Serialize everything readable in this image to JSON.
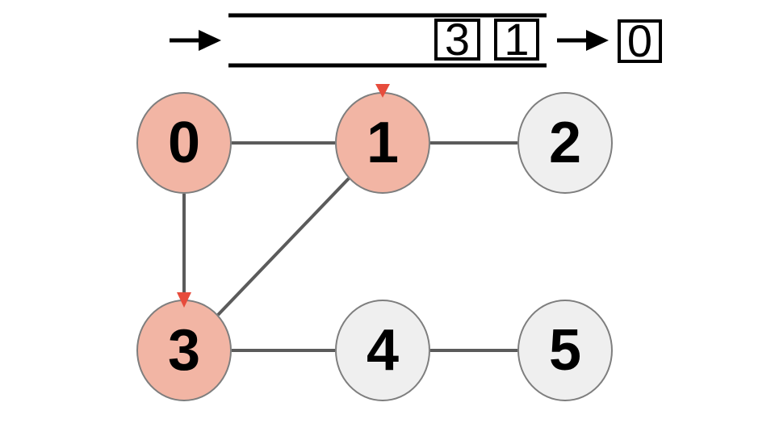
{
  "queue": {
    "items": [
      "3",
      "1"
    ],
    "dequeued": "0"
  },
  "graph": {
    "nodes": [
      {
        "label": "0",
        "state": "highlighted",
        "marked": false
      },
      {
        "label": "1",
        "state": "highlighted",
        "marked": true
      },
      {
        "label": "2",
        "state": "default",
        "marked": false
      },
      {
        "label": "3",
        "state": "highlighted",
        "marked": true
      },
      {
        "label": "4",
        "state": "default",
        "marked": false
      },
      {
        "label": "5",
        "state": "default",
        "marked": false
      }
    ],
    "edges": [
      {
        "from": "0",
        "to": "1"
      },
      {
        "from": "1",
        "to": "2"
      },
      {
        "from": "0",
        "to": "3",
        "red_arrowhead": true
      },
      {
        "from": "1",
        "to": "3"
      },
      {
        "from": "3",
        "to": "4"
      },
      {
        "from": "4",
        "to": "5"
      }
    ]
  },
  "colors": {
    "highlighted_node_fill": "#f2b5a4",
    "default_node_fill": "#efefef",
    "node_border": "#7e7e7e",
    "edge_stroke": "#5b5b5b",
    "marker_red": "#e74c3c",
    "queue_stroke": "#000000"
  }
}
